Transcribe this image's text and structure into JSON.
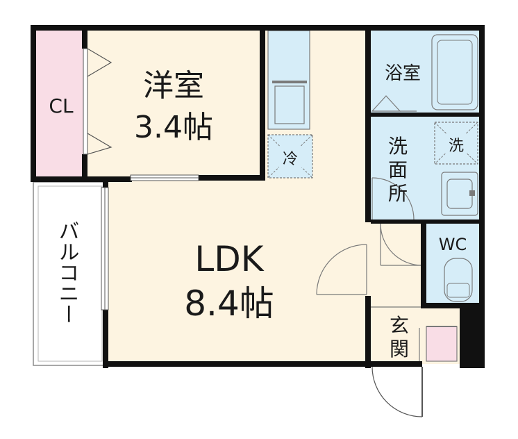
{
  "rooms": {
    "western_room": {
      "name": "洋室",
      "size": "3.4帖"
    },
    "closet": {
      "name": "CL"
    },
    "ldk": {
      "name": "LDK",
      "size": "8.4帖"
    },
    "balcony": {
      "name": "バルコニー"
    },
    "bathroom": {
      "name": "浴室"
    },
    "washroom": {
      "name_chars": [
        "洗",
        "面",
        "所"
      ]
    },
    "wc": {
      "name": "WC"
    },
    "entrance": {
      "name_chars": [
        "玄",
        "関"
      ]
    }
  },
  "fixtures": {
    "fridge_label": "冷",
    "washer_label": "洗"
  },
  "colors": {
    "wall": "#111111",
    "living_floor": "#fdf4e1",
    "closet_floor": "#f9dde6",
    "wet_area_floor": "#d6edf8",
    "shoe_cabinet": "#f9dde6",
    "outline": "#7a7a7a"
  }
}
